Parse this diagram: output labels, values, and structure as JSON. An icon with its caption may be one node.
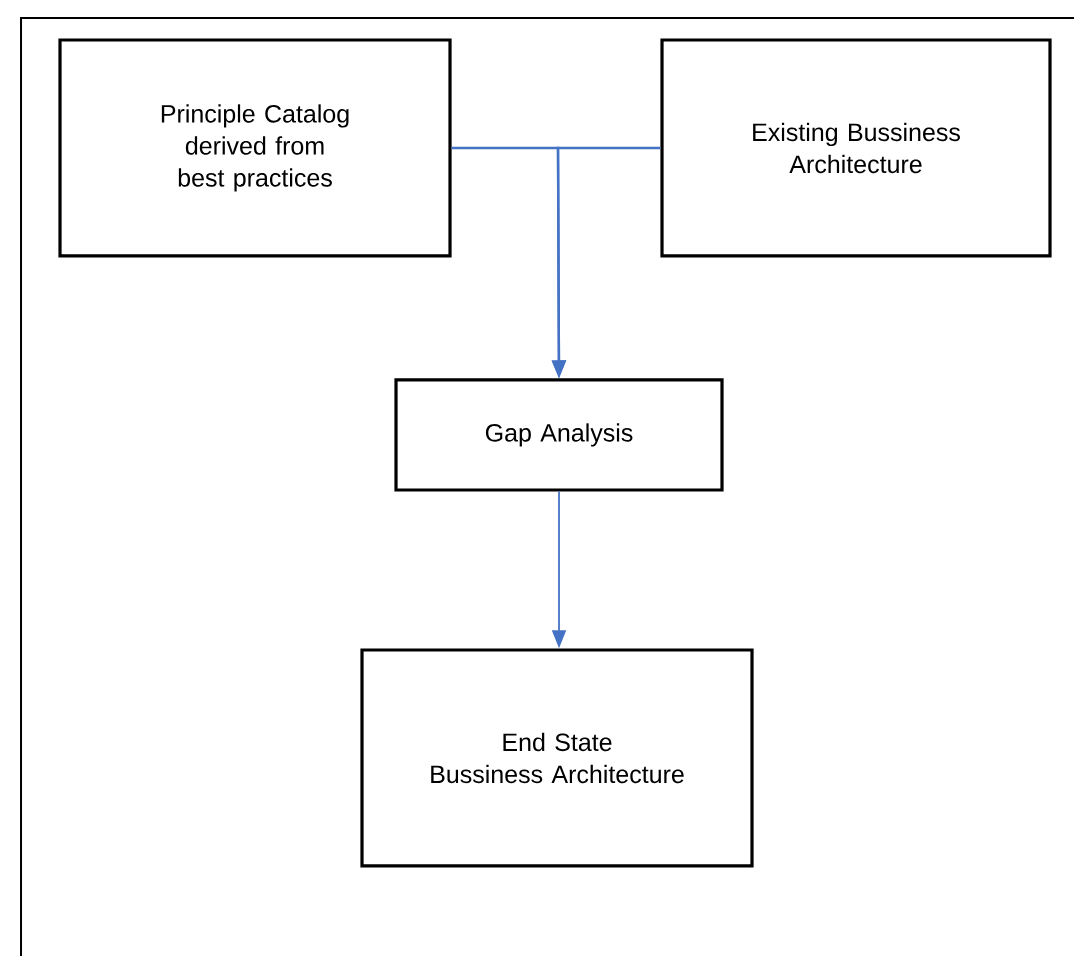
{
  "diagram": {
    "nodes": [
      {
        "text": [
          "Principle Catalog derived from best practices"
        ]
      },
      {
        "text": [
          "Existing Bussiness Architecture"
        ]
      },
      {
        "text": [
          "Gap Analysis"
        ]
      },
      {
        "text": [
          "End State",
          "Bussiness Architecture"
        ]
      }
    ],
    "edges": [
      {
        "from": 0,
        "to": 2,
        "arrow": "to"
      },
      {
        "from": 1,
        "to": 2,
        "arrow": "to"
      },
      {
        "from": 2,
        "to": 3,
        "arrow": "to"
      }
    ]
  }
}
